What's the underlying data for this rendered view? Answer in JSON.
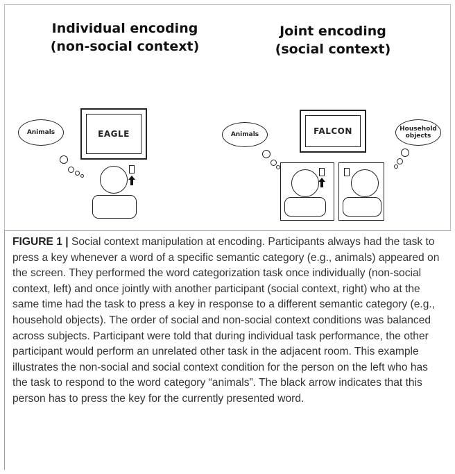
{
  "figure": {
    "left_title_line1": "Individual encoding",
    "left_title_line2": "(non-social context)",
    "right_title_line1": "Joint encoding",
    "right_title_line2": "(social context)",
    "left_screen_word": "EAGLE",
    "right_screen_word": "FALCON",
    "left_bubble": "Animals",
    "right_bubble_left": "Animals",
    "right_bubble_right_line1": "Household",
    "right_bubble_right_line2": "objects"
  },
  "caption": {
    "label": "FIGURE 1 |",
    "text": "Social context manipulation at encoding. Participants always had the task to press a key whenever a word of a specific semantic category (e.g., animals) appeared on the screen. They performed the word categorization task once individually (non-social context, left) and once jointly with another participant (social context, right) who at the same time had the task to press a key in response to a different semantic category (e.g., household objects). The order of social and non-social context conditions was balanced across subjects. Participant were told that during individual task performance, the other participant would perform an unrelated other task in the adjacent room. This example illustrates the non-social and social context condition for the person on the left who has the task to respond to the word category “animals”. The black arrow indicates that this person has to press the key for the currently presented word."
  }
}
